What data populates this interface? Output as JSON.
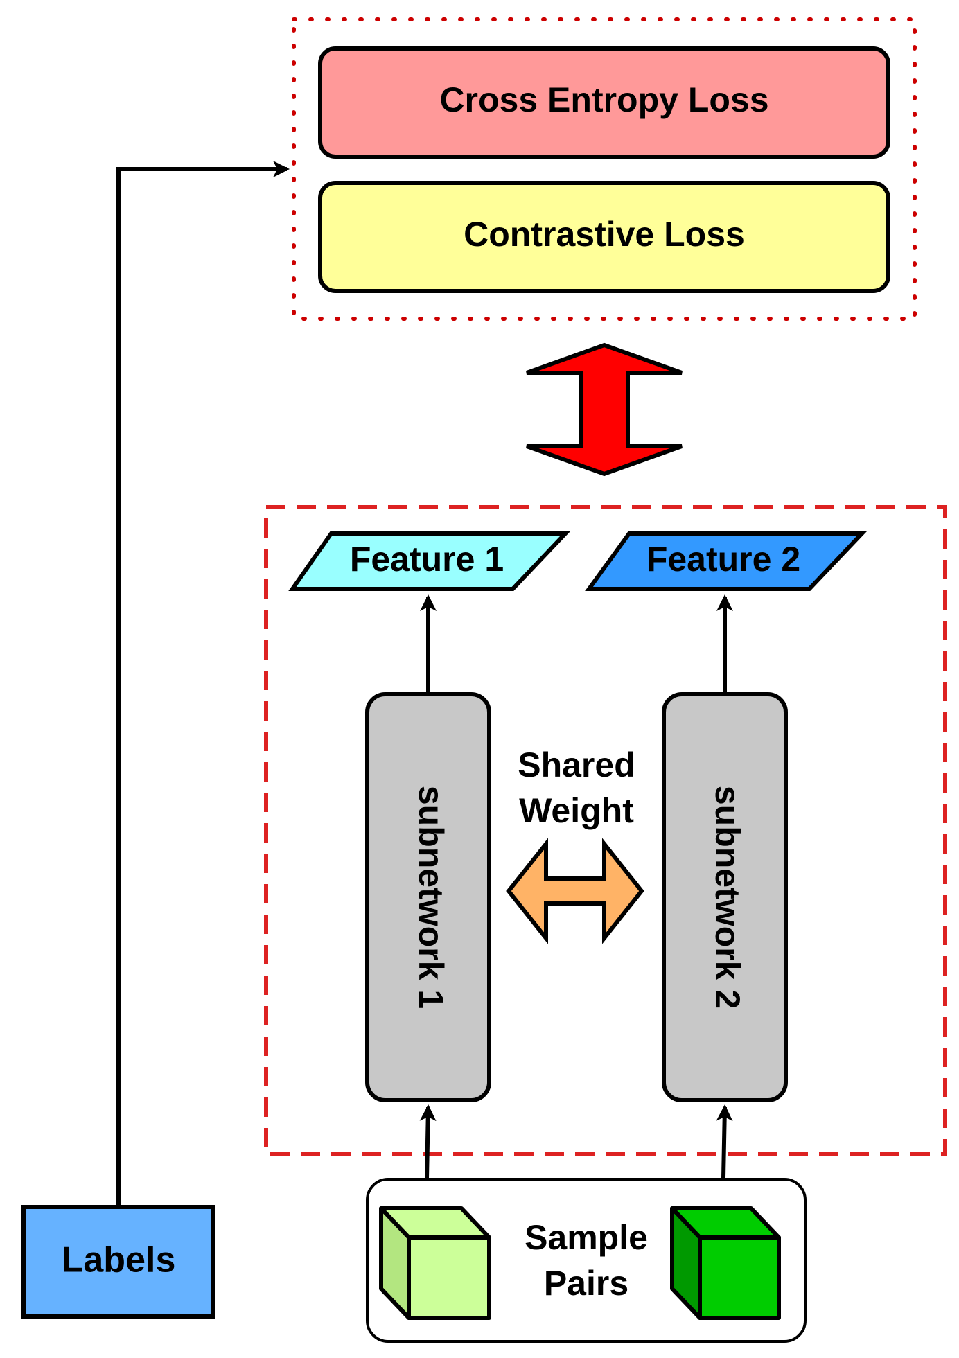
{
  "losses": {
    "cross_entropy": {
      "label": "Cross Entropy Loss",
      "color": "#FF9999"
    },
    "contrastive": {
      "label": "Contrastive Loss",
      "color": "#FFFF99"
    }
  },
  "features": [
    {
      "label": "Feature 1",
      "color": "#99FFFF"
    },
    {
      "label": "Feature 2",
      "color": "#3399FF"
    }
  ],
  "subnetworks": [
    {
      "label": "subnetwork 1",
      "color": "#C8C8C8"
    },
    {
      "label": "subnetwork 2",
      "color": "#C8C8C8"
    }
  ],
  "shared_weight": {
    "line1": "Shared",
    "line2": "Weight",
    "arrow_color": "#FFB366"
  },
  "sample_pairs": {
    "line1": "Sample",
    "line2": "Pairs",
    "cube_colors": [
      "#CCFF99",
      "#00CC00"
    ]
  },
  "labels_box": {
    "label": "Labels",
    "color": "#66B2FF"
  },
  "colors": {
    "loss_group_border": "#CC0000",
    "siamese_group_border": "#DD2222",
    "bidirectional_arrow": "#FF0000"
  }
}
